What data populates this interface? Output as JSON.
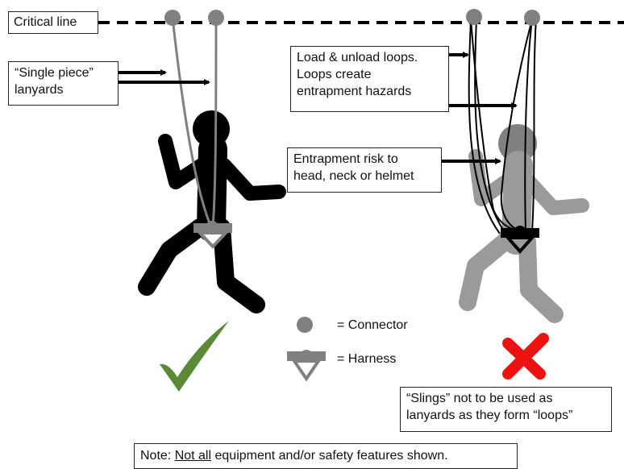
{
  "labels": {
    "critical_line": "Critical line",
    "single_piece_lanyards": [
      "“Single piece”",
      "lanyards"
    ],
    "load_unload_loops": [
      "Load & unload loops.",
      "Loops create",
      "entrapment hazards"
    ],
    "entrapment_risk": [
      "Entrapment risk to",
      "head, neck or helmet"
    ],
    "slings_warning": [
      "“Slings” not to be used as",
      "lanyards as they form “loops”"
    ]
  },
  "legend": {
    "connector": "= Connector",
    "harness": "= Harness"
  },
  "note": {
    "prefix": "Note: ",
    "underlined": "Not all",
    "suffix": " equipment and/or safety features shown."
  },
  "colors": {
    "correct_check": "#5a8a35",
    "incorrect_cross": "#ee1111",
    "connector": "#808080",
    "figure_correct": "#000000",
    "figure_incorrect": "#9a9a9a",
    "lanyard": "#808080"
  },
  "icons": {
    "correct": "check-icon",
    "incorrect": "cross-icon"
  }
}
